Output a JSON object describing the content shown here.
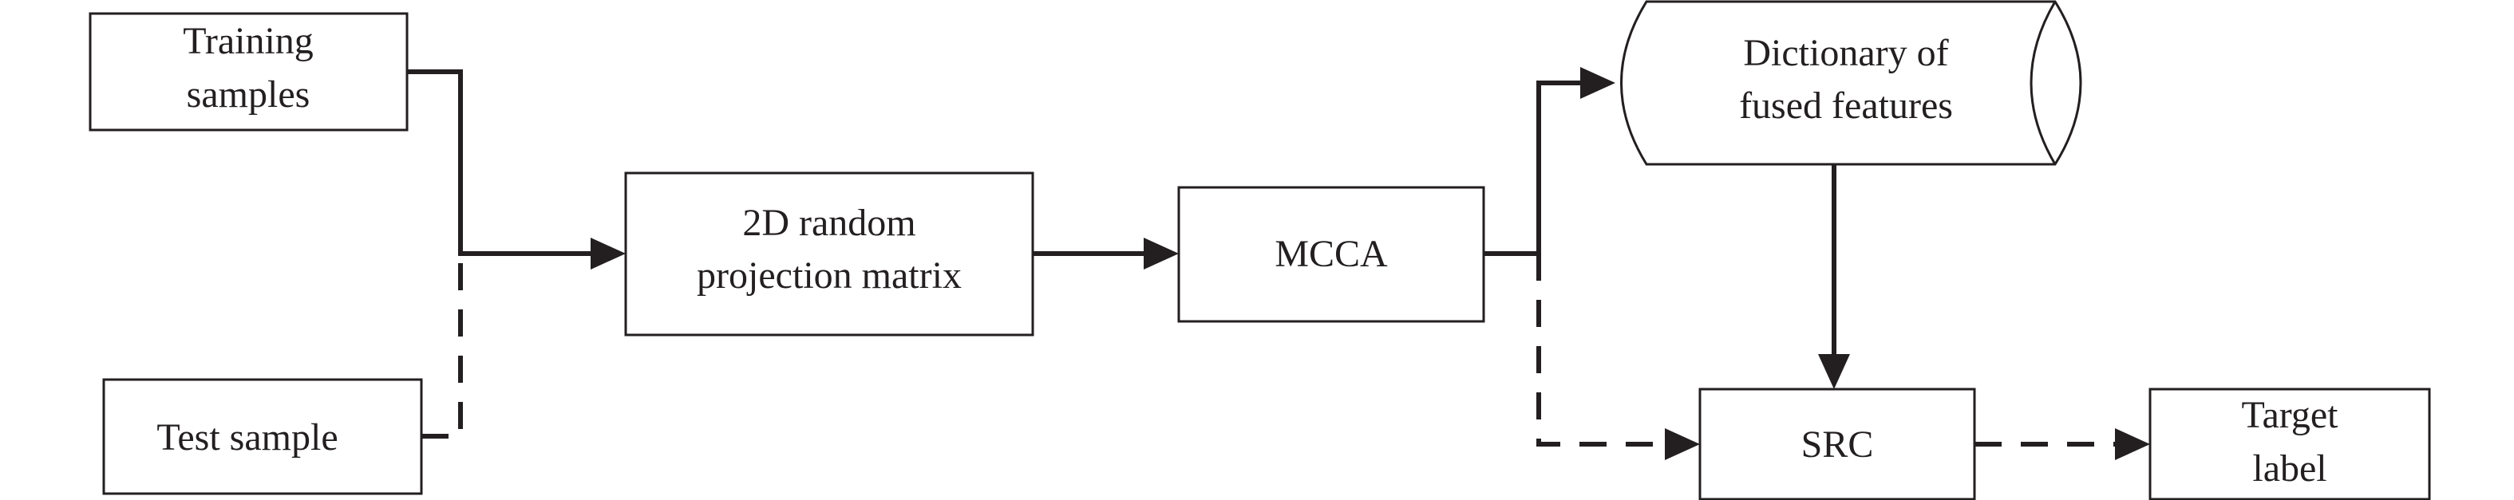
{
  "diagram": {
    "nodes": {
      "training": {
        "lines": [
          "Training",
          "samples"
        ]
      },
      "test": {
        "lines": [
          "Test sample"
        ]
      },
      "projection": {
        "lines": [
          "2D random",
          "projection matrix"
        ]
      },
      "mcca": {
        "lines": [
          "MCCA"
        ]
      },
      "dictionary": {
        "lines": [
          "Dictionary of",
          "fused features"
        ]
      },
      "src": {
        "lines": [
          "SRC"
        ]
      },
      "target": {
        "lines": [
          "Target",
          "label"
        ]
      }
    },
    "edges": [
      {
        "from": "training",
        "to": "projection",
        "style": "solid"
      },
      {
        "from": "test",
        "to": "projection",
        "style": "dashed"
      },
      {
        "from": "projection",
        "to": "mcca",
        "style": "solid"
      },
      {
        "from": "mcca",
        "to": "dictionary",
        "style": "solid"
      },
      {
        "from": "mcca",
        "to": "src",
        "style": "dashed"
      },
      {
        "from": "dictionary",
        "to": "src",
        "style": "solid"
      },
      {
        "from": "src",
        "to": "target",
        "style": "dashed"
      }
    ]
  }
}
